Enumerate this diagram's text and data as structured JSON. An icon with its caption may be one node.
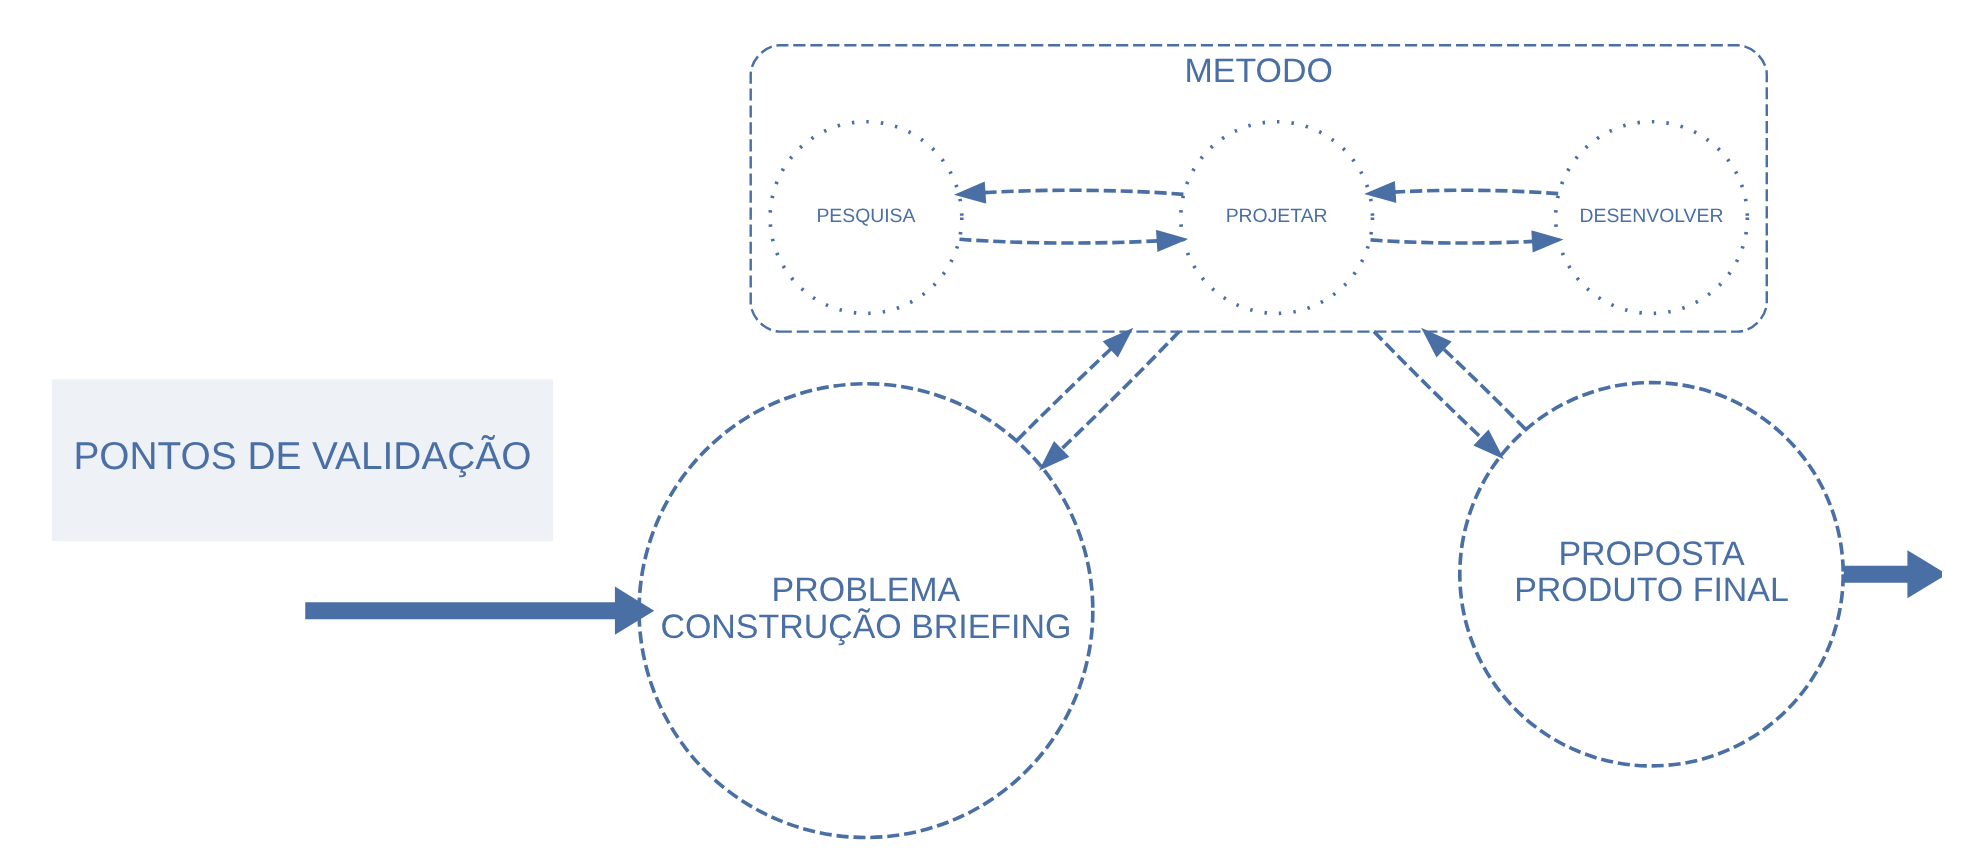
{
  "diagram": {
    "nodes": [
      {
        "text": [
          "PROBLEMA",
          "CONSTRUÇÃO BRIEFING"
        ]
      },
      {
        "text": [
          "METODO"
        ]
      },
      {
        "text": [
          "PESQUISA"
        ],
        "in": 1
      },
      {
        "text": [
          "PROJETAR"
        ],
        "in": 1
      },
      {
        "text": [
          "DESENVOLVER"
        ],
        "in": 1
      },
      {
        "text": [
          "PROPOSTA",
          "PRODUTO FINAL"
        ]
      },
      {
        "text": [
          "PONTOS DE VALIDAÇÃO"
        ]
      }
    ],
    "edges": [
      {
        "from": null,
        "to": 0,
        "arrow": "to",
        "style": "thick"
      },
      {
        "from": 0,
        "to": 1,
        "arrow": "to",
        "style": "dashed"
      },
      {
        "from": 1,
        "to": 0,
        "arrow": "to",
        "style": "dashed"
      },
      {
        "from": 1,
        "to": 5,
        "arrow": "to",
        "style": "dashed"
      },
      {
        "from": 5,
        "to": 1,
        "arrow": "to",
        "style": "dashed"
      },
      {
        "from": 2,
        "to": 3,
        "arrow": "to",
        "style": "dashed"
      },
      {
        "from": 3,
        "to": 2,
        "arrow": "to",
        "style": "dashed"
      },
      {
        "from": 3,
        "to": 4,
        "arrow": "to",
        "style": "dashed"
      },
      {
        "from": 4,
        "to": 3,
        "arrow": "to",
        "style": "dashed"
      },
      {
        "from": 5,
        "to": null,
        "arrow": "to",
        "style": "thick"
      }
    ]
  }
}
